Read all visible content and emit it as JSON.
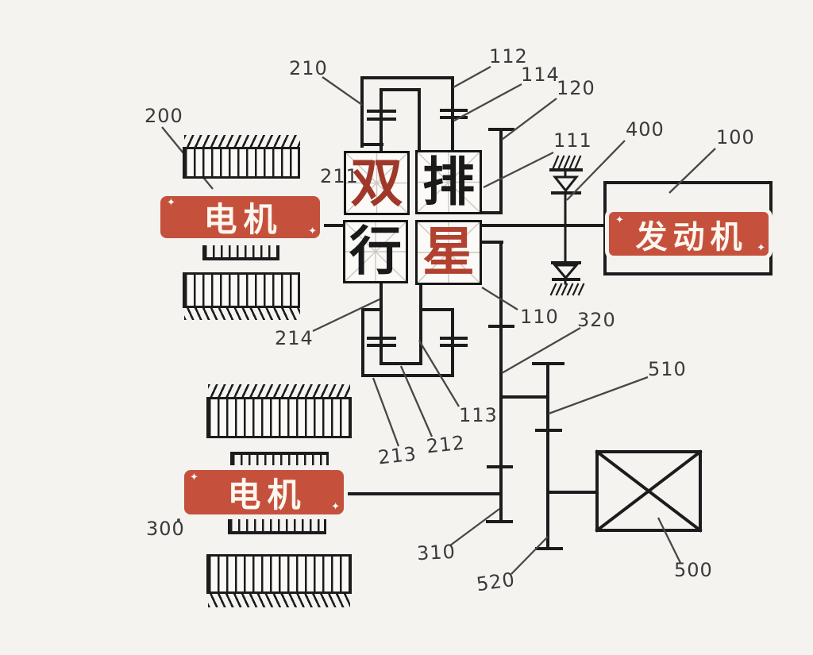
{
  "figure": {
    "kind": "hybrid-powertrain-patent-schematic",
    "center_title": {
      "text": "双排行星",
      "chars": [
        {
          "text": "双",
          "color": "#9f3829"
        },
        {
          "text": "排",
          "color": "#1a1a1a"
        },
        {
          "text": "行",
          "color": "#1a1a1a"
        },
        {
          "text": "星",
          "color": "#b2412f"
        }
      ]
    },
    "components": [
      {
        "id": "motor-top",
        "label": "电机",
        "ref": "200"
      },
      {
        "id": "motor-bottom",
        "label": "电机",
        "ref": "300"
      },
      {
        "id": "engine",
        "label": "发动机",
        "ref": "100"
      }
    ],
    "ref_labels": [
      {
        "id": "200",
        "text": "200"
      },
      {
        "id": "210",
        "text": "210"
      },
      {
        "id": "211",
        "text": "211"
      },
      {
        "id": "112",
        "text": "112"
      },
      {
        "id": "114",
        "text": "114"
      },
      {
        "id": "120",
        "text": "120"
      },
      {
        "id": "111",
        "text": "111"
      },
      {
        "id": "400",
        "text": "400"
      },
      {
        "id": "100",
        "text": "100"
      },
      {
        "id": "110",
        "text": "110"
      },
      {
        "id": "320",
        "text": "320"
      },
      {
        "id": "510",
        "text": "510"
      },
      {
        "id": "214",
        "text": "214"
      },
      {
        "id": "113",
        "text": "113"
      },
      {
        "id": "212",
        "text": "212"
      },
      {
        "id": "213",
        "text": "213"
      },
      {
        "id": "310",
        "text": "310"
      },
      {
        "id": "520",
        "text": "520"
      },
      {
        "id": "500",
        "text": "500"
      },
      {
        "id": "300",
        "text": "300"
      }
    ],
    "colors": {
      "background": "#f4f3f0",
      "line": "#1c1c1c",
      "leader": "#474747",
      "accent_red_box": "#c5513d",
      "char_red": "#a63a2b",
      "label_text": "#3a3a3a"
    }
  }
}
